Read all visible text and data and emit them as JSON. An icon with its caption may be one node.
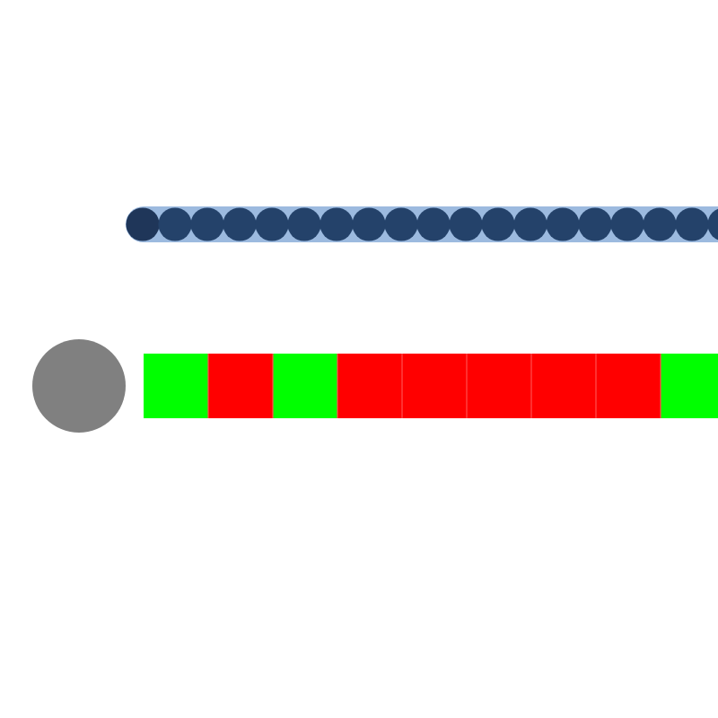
{
  "diagram": {
    "nodes": [
      {
        "text": [],
        "shape": "bar"
      },
      {
        "text": [],
        "shape": "circle"
      },
      {
        "text": [],
        "shape": "bar"
      }
    ]
  }
}
